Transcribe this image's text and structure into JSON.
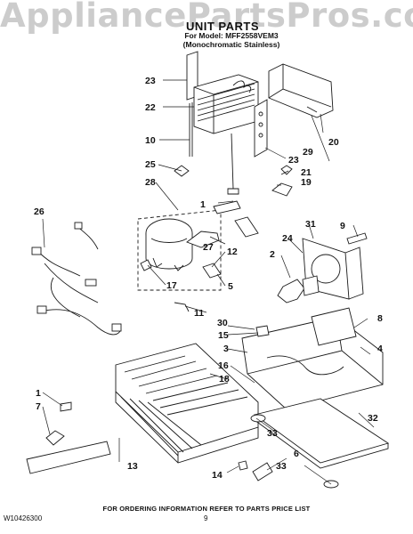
{
  "header": {
    "watermark": "AppliancePartsPros.com",
    "title": "UNIT PARTS",
    "subtitle_model": "For Model: MFF2558VEM3",
    "subtitle_finish": "(Monochromatic Stainless)"
  },
  "callouts": [
    "1",
    "2",
    "3",
    "4",
    "5",
    "6",
    "7",
    "8",
    "9",
    "10",
    "11",
    "12",
    "13",
    "14",
    "15",
    "16",
    "17",
    "18",
    "19",
    "20",
    "21",
    "22",
    "23",
    "23",
    "24",
    "25",
    "26",
    "27",
    "28",
    "29",
    "30",
    "31",
    "32",
    "33",
    "33",
    "1"
  ],
  "footer": {
    "ordering_note": "FOR ORDERING INFORMATION REFER TO PARTS PRICE LIST",
    "doc_id": "W10426300",
    "page_number": "9"
  },
  "colors": {
    "line": "#1a1a1a",
    "fill": "#ffffff",
    "watermark": "#9a9a9a"
  }
}
